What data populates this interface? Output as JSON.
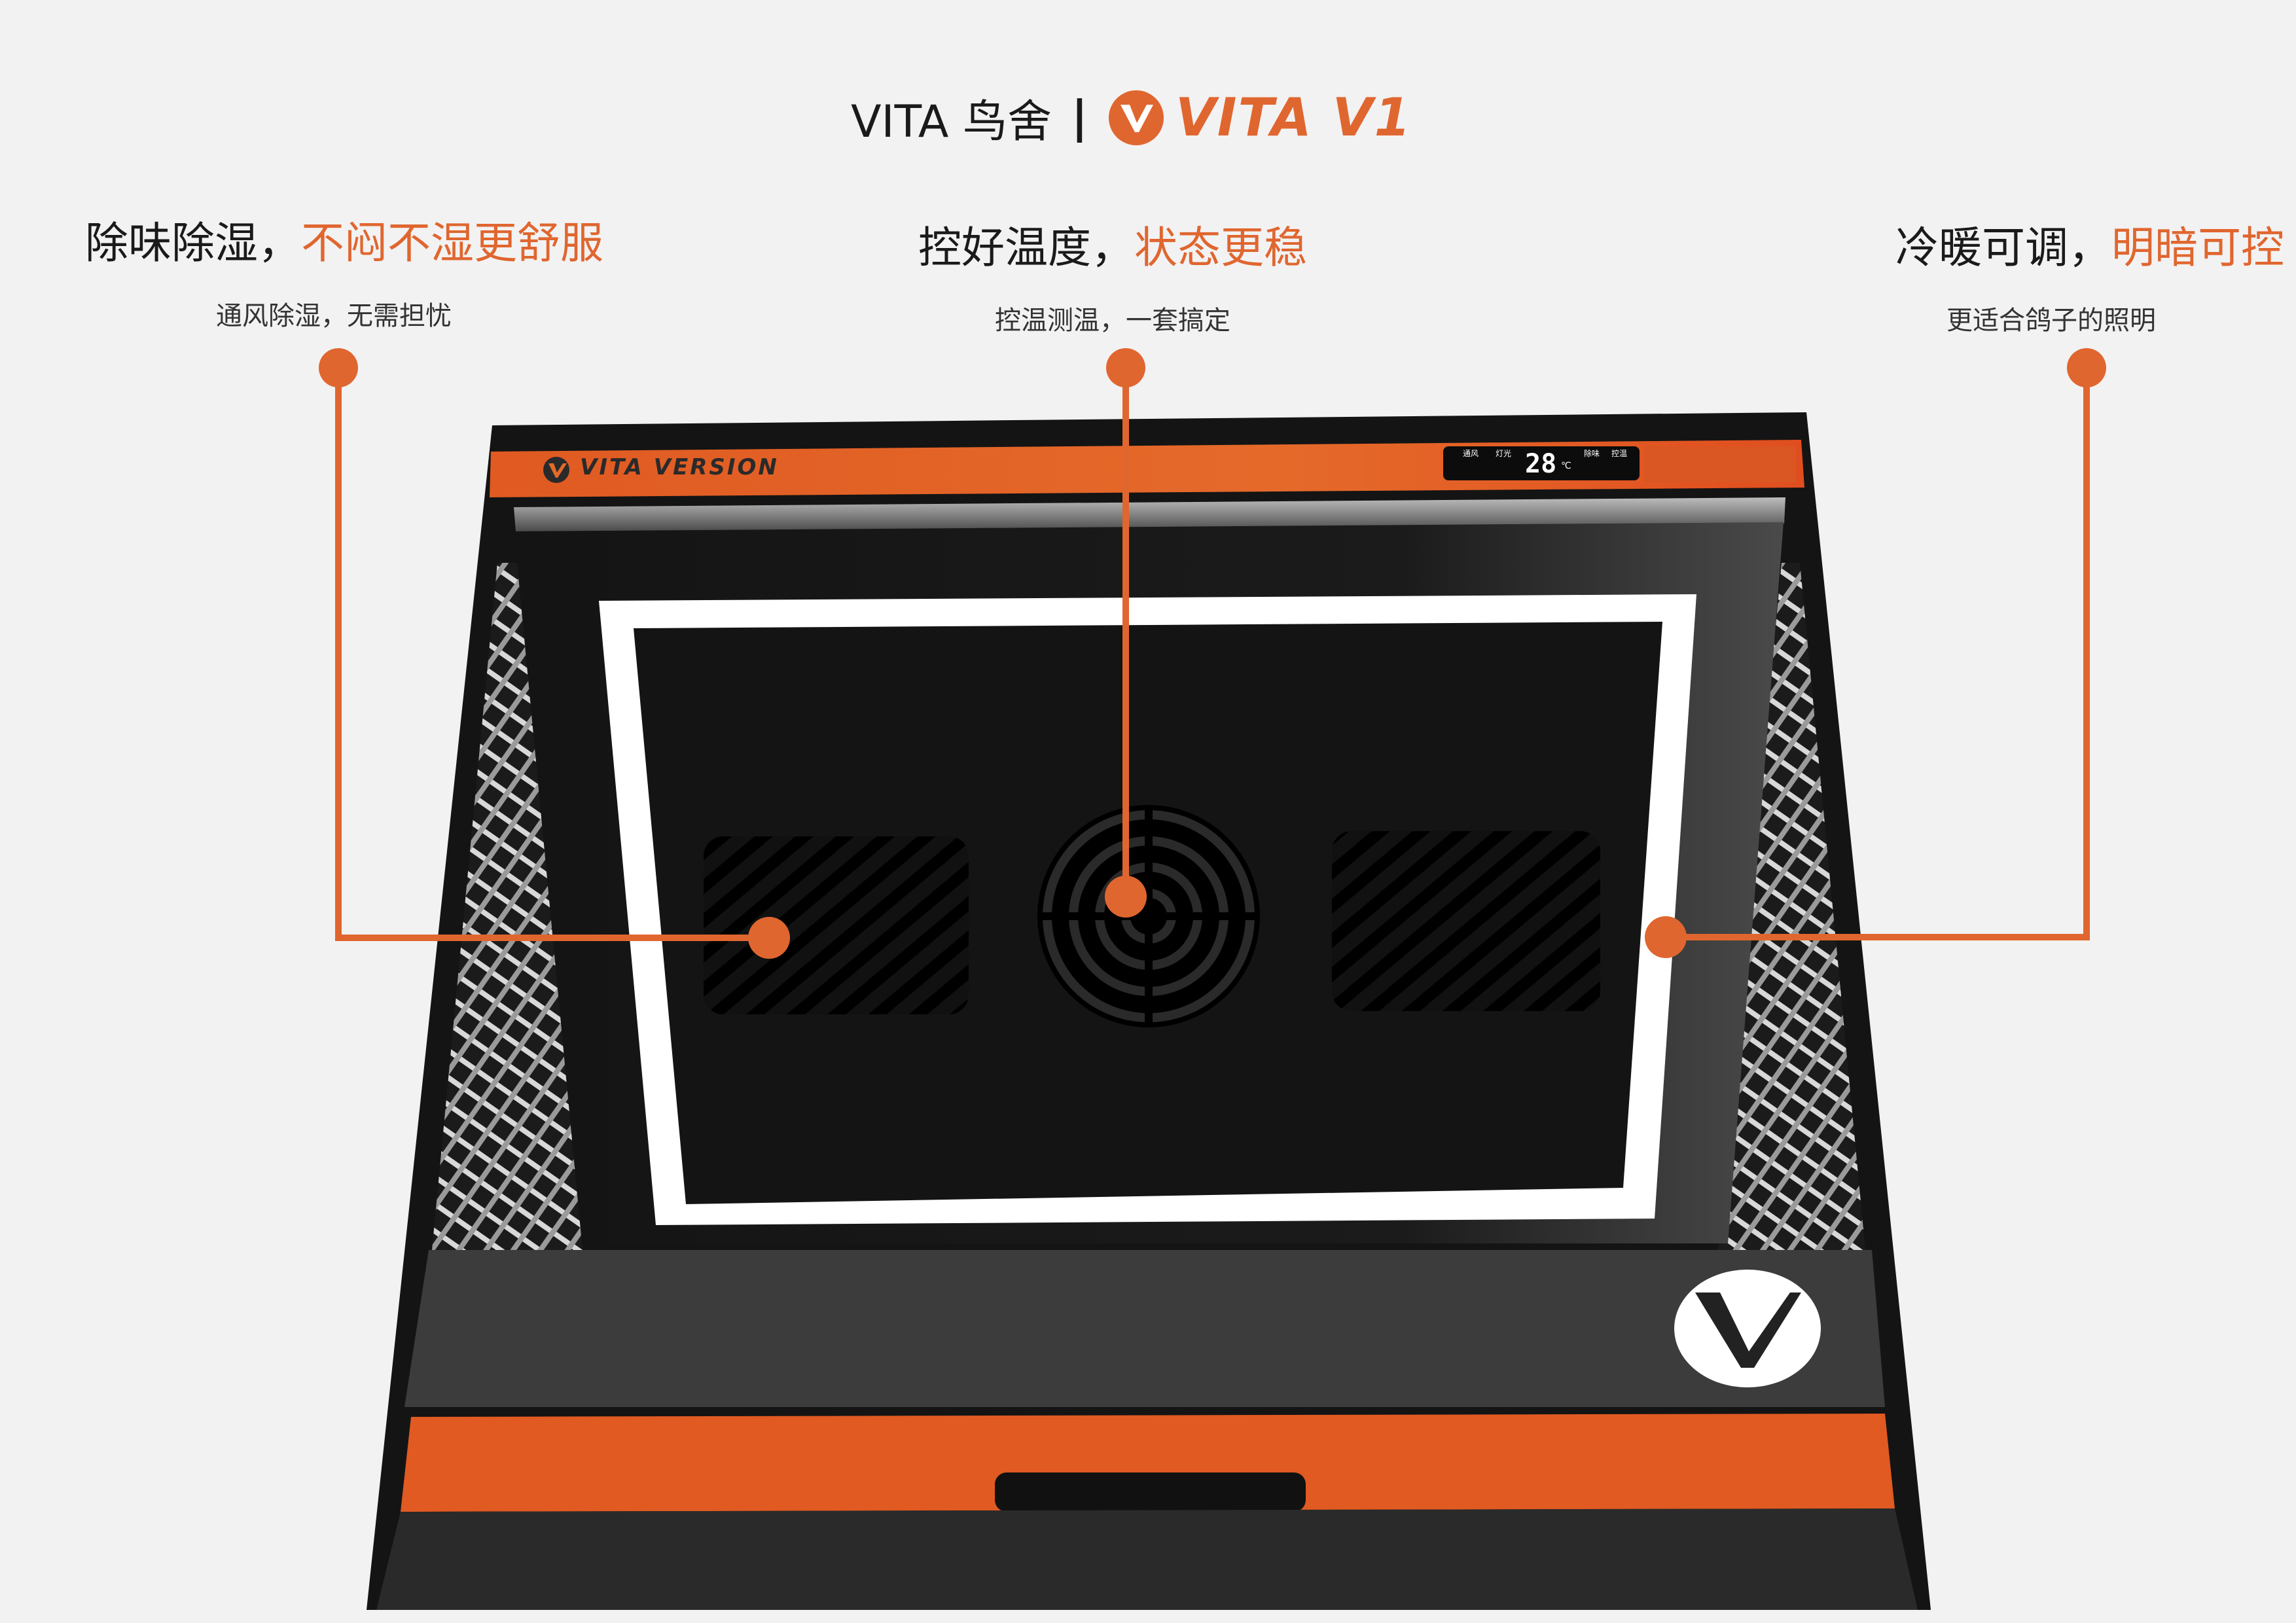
{
  "header": {
    "label": "VITA 鸟舍",
    "separator": "|",
    "brand": "VITA V1"
  },
  "features": [
    {
      "head": "除味除湿，",
      "accent": "不闷不湿更舒服",
      "sub": "通风除湿，无需担忧"
    },
    {
      "head": "控好温度，",
      "accent": "状态更稳",
      "sub": "控温测温，一套搞定"
    },
    {
      "head": "冷暖可调，",
      "accent": "明暗可控",
      "sub": "更适合鸽子的照明"
    }
  ],
  "device": {
    "top_brand": "VITA VERSION",
    "display": {
      "temperature": "28",
      "unit": "℃",
      "labels": [
        "通风",
        "灯光",
        "除味",
        "控温"
      ]
    }
  },
  "colors": {
    "accent": "#e0662f",
    "body": "#1c1c1c",
    "panel": "#3a3a3a",
    "drawer": "#e05a22",
    "background": "#f2f2f2"
  }
}
